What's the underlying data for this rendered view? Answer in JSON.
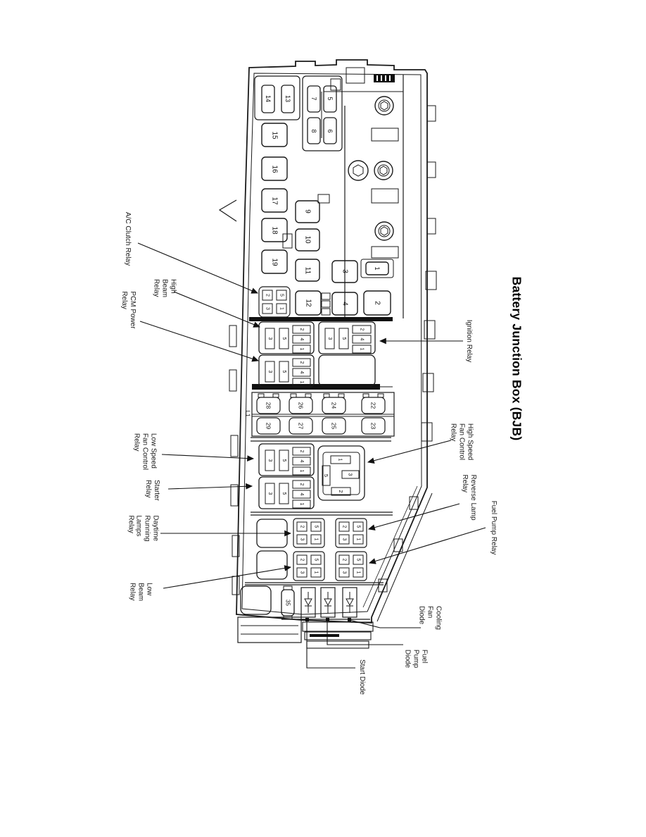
{
  "title": "Battery Junction Box (BJB)",
  "callouts": {
    "ac_clutch": "A/C Clutch Relay",
    "high_beam": "High\nBeam\nRelay",
    "pcm_power": "PCM Power\nRelay",
    "ignition": "Ignition Relay",
    "low_speed_fan": "Low Speed\nFan Control\nRelay",
    "starter": "Starter\nRelay",
    "daytime": "Daytime\nRunning\nLamps\nRelay",
    "low_beam": "Low\nBeam\nRelay",
    "high_speed_fan": "High Speed\nFan Control\nRelay",
    "reverse_lamp": "Reverse Lamp\nRelay",
    "fuel_pump_relay": "Fuel Pump Relay",
    "cooling_fan_diode": "Cooling\nFan\nDiode",
    "fuel_pump_diode": "Fuel\nPump\nDiode",
    "start_diode": "Start Diode"
  },
  "fuse_numbers": {
    "top_block": [
      "14",
      "13",
      "7",
      "5",
      "8",
      "6"
    ],
    "squares": [
      "15",
      "16",
      "17",
      "18",
      "19",
      "9",
      "10",
      "11",
      "12",
      "3",
      "4",
      "1",
      "2"
    ],
    "strip_label": "L1",
    "strip_top": [
      "28",
      "26",
      "24",
      "22"
    ],
    "strip_bottom": [
      "29",
      "27",
      "25",
      "23"
    ],
    "diode_fuse": "35"
  },
  "pins": {
    "relay4": [
      "2",
      "5",
      "3",
      "1"
    ],
    "relay5": [
      "3",
      "5",
      "2",
      "4",
      "1"
    ],
    "hsf": [
      "1",
      "5",
      "3",
      "2"
    ]
  }
}
